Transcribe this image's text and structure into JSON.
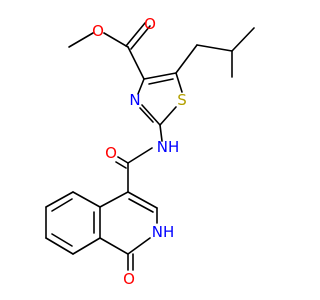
{
  "molecule": {
    "atom_labels": {
      "ester_carbonyl_o": "O",
      "ester_ether_o": "O",
      "thiazole_s": "S",
      "thiazole_n": "N",
      "amide_nh": "NH",
      "amide_o": "O",
      "lactam_nh": "NH",
      "lactam_o": "O"
    },
    "colors": {
      "bond": "#000000",
      "oxygen": "#ff0000",
      "nitrogen": "#0000ff",
      "sulfur": "#b3a000"
    }
  }
}
